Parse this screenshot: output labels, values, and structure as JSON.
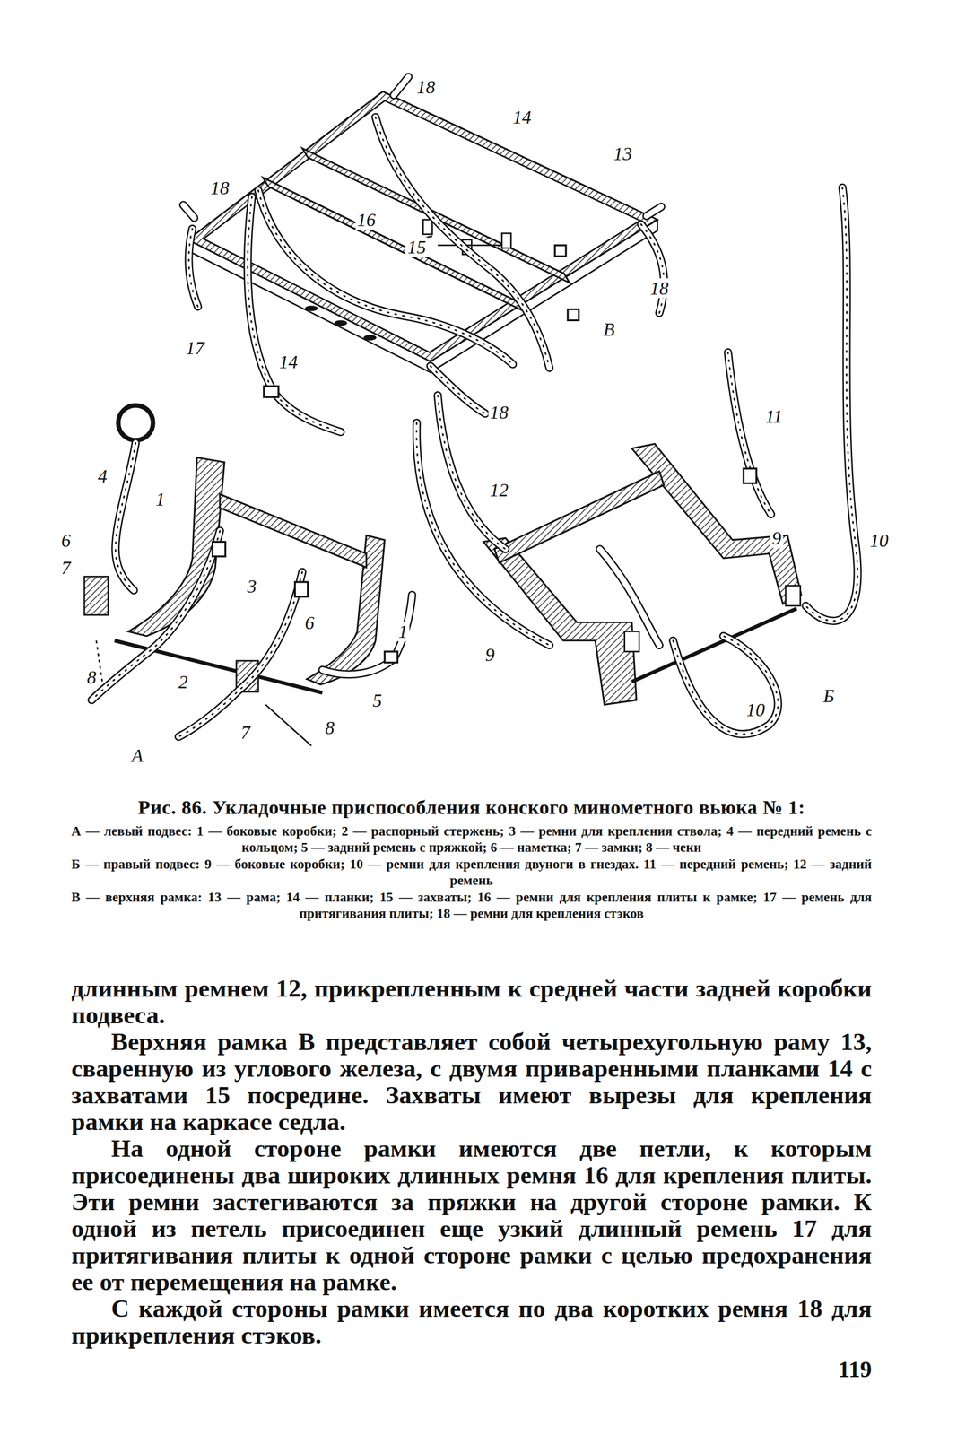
{
  "diagram": {
    "caption": "Рис. 86. Укладочные приспособления конского минометного вьюка № 1:",
    "labels": [
      "18",
      "14",
      "13",
      "18",
      "16",
      "15",
      "18",
      "В",
      "17",
      "14",
      "18",
      "11",
      "4",
      "1",
      "12",
      "9",
      "10",
      "6",
      "7",
      "3",
      "6",
      "1",
      "9",
      "8",
      "2",
      "5",
      "Б",
      "10",
      "8",
      "7",
      "А",
      "А — левый подвес: 1 — боковые коробки; 2 — распорный стержень; 3 — ремни для крепления ствола; 4 — передний ремень с кольцом; 5 — задний ремень с пряжкой; 6 — наметка; 7 — замки; 8 — чеки",
      "Б — правый подвес: 9 — боковые коробки; 10 — ремни для крепления двуноги в гнездах. 11 — передний ремень; 12 — задний ремень",
      "В — верхняя рамка: 13 — рама; 14 — планки; 15 — захваты; 16 — ремни для крепления плиты к рамке; 17 — ремень для притягивания плиты; 18 — ремни для крепления стэков",
      "длинным ремнем 12, прикрепленным к средней части задней коробки подвеса.",
      "Верхняя рамка В представляет собой четырехугольную раму 13, сваренную из углового железа, с двумя приваренными планками 14 с захватами 15 посредине. Захваты имеют вырезы для крепления рамки на каркасе седла.",
      "На одной стороне рамки имеются две петли, к которым присоединены два широких длинных ремня 16 для крепления плиты. Эти ремни застегиваются за пряжки на другой стороне рамки. К одной из петель присоединен еще узкий длинный ремень 17 для притягивания плиты к одной стороне рамки с целью предохранения ее от перемещения на рамке.",
      "С каждой стороны рамки имеется по два коротких ремня 18 для прикрепления стэков.",
      "119"
    ]
  }
}
